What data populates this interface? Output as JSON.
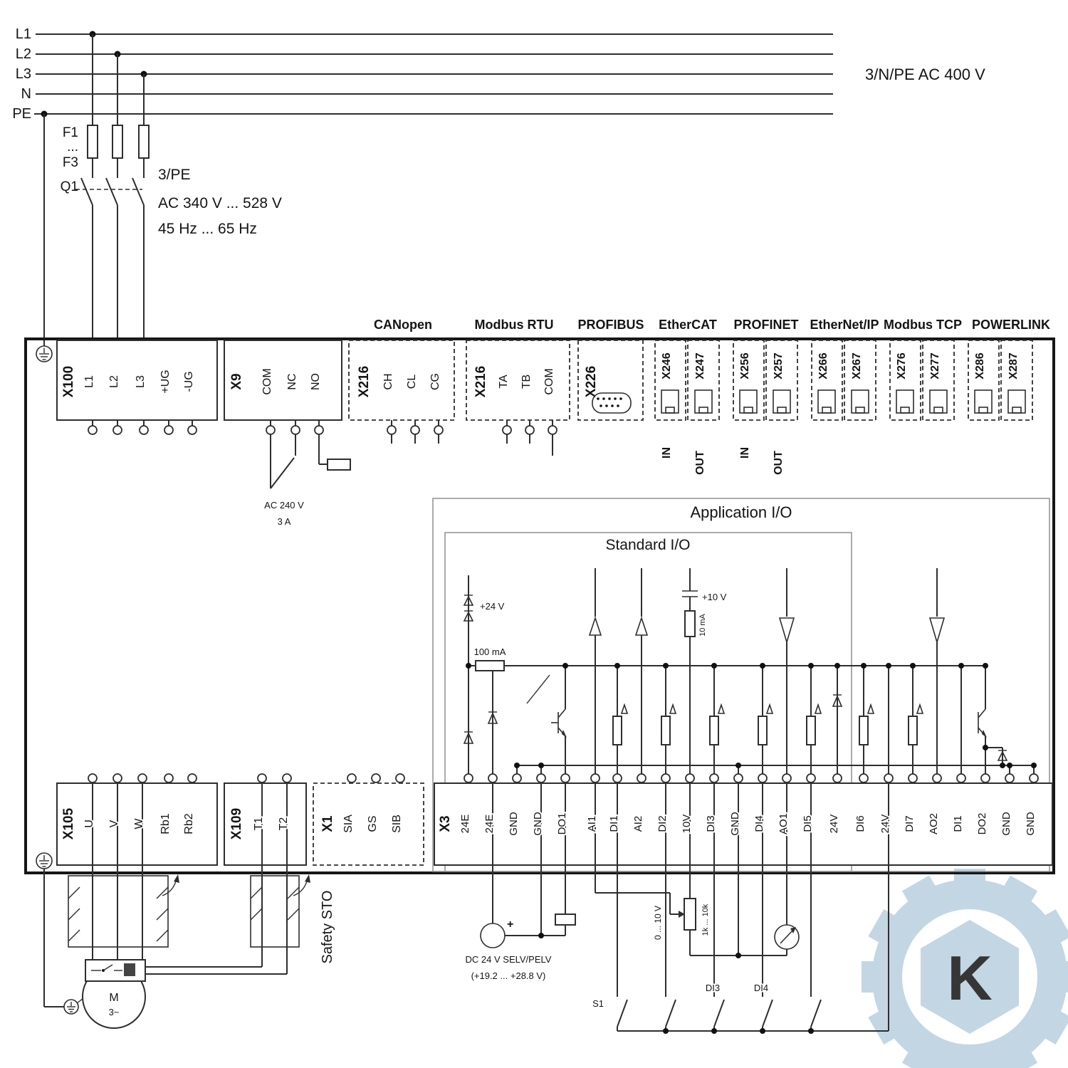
{
  "rails": {
    "l1": "L1",
    "l2": "L2",
    "l3": "L3",
    "n": "N",
    "pe": "PE",
    "rating": "3/N/PE AC 400 V"
  },
  "protection": {
    "f1": "F1",
    "dots": "...",
    "f3": "F3",
    "q1": "Q1",
    "type": "3/PE",
    "voltage": "AC 340 V ... 528 V",
    "frequency": "45 Hz ... 65 Hz"
  },
  "headers": {
    "canopen": "CANopen",
    "modbus_rtu": "Modbus RTU",
    "profibus": "PROFIBUS",
    "ethercat": "EtherCAT",
    "profinet": "PROFINET",
    "ethernet_ip": "EtherNet/IP",
    "modbus_tcp": "Modbus TCP",
    "powerlink": "POWERLINK"
  },
  "x100": {
    "name": "X100",
    "t": [
      "L1",
      "L2",
      "L3",
      "+UG",
      "-UG"
    ]
  },
  "x9": {
    "name": "X9",
    "t": [
      "COM",
      "NC",
      "NO"
    ],
    "rating1": "AC 240 V",
    "rating2": "3 A"
  },
  "x216_can": {
    "name": "X216",
    "t": [
      "CH",
      "CL",
      "CG"
    ]
  },
  "x216_mod": {
    "name": "X216",
    "t": [
      "TA",
      "TB",
      "COM"
    ]
  },
  "x226": {
    "name": "X226"
  },
  "eth": {
    "x246": "X246",
    "x247": "X247",
    "x256": "X256",
    "x257": "X257",
    "x266": "X266",
    "x267": "X267",
    "x276": "X276",
    "x277": "X277",
    "x286": "X286",
    "x287": "X287",
    "in": "IN",
    "out": "OUT"
  },
  "io": {
    "application": "Application I/O",
    "standard": "Standard I/O",
    "p24": "+24 V",
    "f100": "100 mA",
    "p10": "+10 V",
    "ma10": "10 mA"
  },
  "x105": {
    "name": "X105",
    "t": [
      "U",
      "V",
      "W",
      "Rb1",
      "Rb2"
    ]
  },
  "x109": {
    "name": "X109",
    "t": [
      "T1",
      "T2"
    ]
  },
  "x1": {
    "name": "X1",
    "t": [
      "SIA",
      "GS",
      "SIB"
    ],
    "caption": "Safety STO"
  },
  "x3": {
    "name": "X3",
    "t": [
      "24E",
      "24E",
      "GND",
      "GND",
      "DO1",
      "AI1",
      "DI1",
      "AI2",
      "DI2",
      "10V",
      "DI3",
      "GND",
      "DI4",
      "AO1",
      "DI5",
      "24V",
      "DI6",
      "24V",
      "DI7",
      "AO2",
      "DI1",
      "DO2",
      "GND",
      "GND"
    ]
  },
  "external": {
    "supply1": "DC 24 V SELV/PELV",
    "supply2": "(+19.2 ... +28.8 V)",
    "plus": "+",
    "s1": "S1",
    "di3": "DI3",
    "di4": "DI4",
    "pot_range": "0 ... 10 V",
    "pot_value": "1k ... 10k"
  },
  "motor": {
    "m": "M",
    "phase": "3~"
  },
  "watermark": {
    "letter": "K"
  }
}
